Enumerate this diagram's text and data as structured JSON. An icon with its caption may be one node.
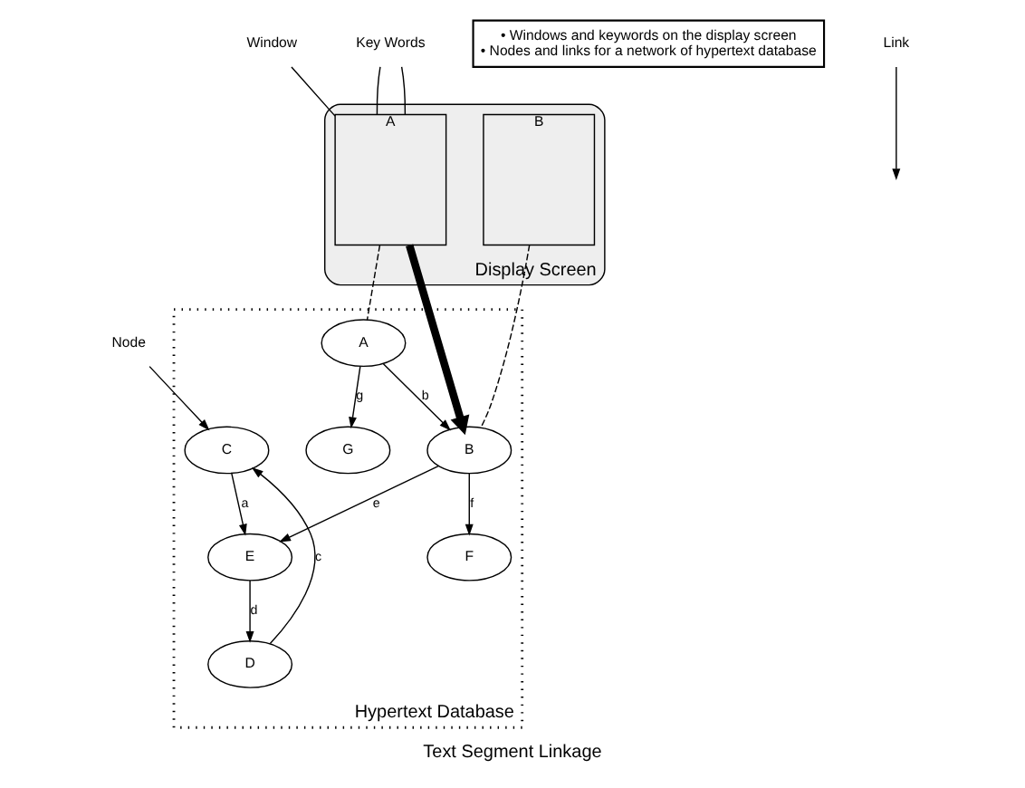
{
  "diagram": {
    "caption": "Text Segment Linkage",
    "nodes": [
      {
        "text": [
          "Display Screen"
        ]
      },
      {
        "text": [
          "A"
        ],
        "in": 0
      },
      {
        "text": [
          "B"
        ],
        "in": 0
      },
      {
        "text": [
          "Window"
        ]
      },
      {
        "text": [
          "Key Words"
        ]
      },
      {
        "text": [
          "• Windows and keywords on the display screen",
          "• Nodes and links for a network of hypertext database"
        ]
      },
      {
        "text": [
          "Hypertext Database"
        ]
      },
      {
        "text": [
          "A"
        ],
        "in": 6
      },
      {
        "text": [
          "B"
        ],
        "in": 6
      },
      {
        "text": [
          "C"
        ],
        "in": 6
      },
      {
        "text": [
          "D"
        ],
        "in": 6
      },
      {
        "text": [
          "E"
        ],
        "in": 6
      },
      {
        "text": [
          "F"
        ],
        "in": 6
      },
      {
        "text": [
          "G"
        ],
        "in": 6
      },
      {
        "text": [
          "Node"
        ]
      },
      {
        "text": [
          "Link"
        ]
      }
    ],
    "edges": [
      {
        "from": 3,
        "to": 1,
        "arrow": "none"
      },
      {
        "from": 4,
        "to": 1,
        "arrow": "none"
      },
      {
        "from": 4,
        "to": 1,
        "arrow": "none"
      },
      {
        "from": 1,
        "to": 7,
        "arrow": "none",
        "style": "dashed"
      },
      {
        "from": 1,
        "to": 8,
        "arrow": "to",
        "style": "thick"
      },
      {
        "from": 2,
        "to": 8,
        "arrow": "none",
        "style": "dashed"
      },
      {
        "from": 7,
        "to": 13,
        "arrow": "to",
        "label": "g"
      },
      {
        "from": 7,
        "to": 8,
        "arrow": "to",
        "label": "b"
      },
      {
        "from": 8,
        "to": 12,
        "arrow": "to",
        "label": "f"
      },
      {
        "from": 8,
        "to": 11,
        "arrow": "to",
        "label": "e"
      },
      {
        "from": 9,
        "to": 11,
        "arrow": "to",
        "label": "a"
      },
      {
        "from": 11,
        "to": 10,
        "arrow": "to",
        "label": "d"
      },
      {
        "from": 10,
        "to": 9,
        "arrow": "to",
        "label": "c"
      },
      {
        "from": 14,
        "to": 9,
        "arrow": "to"
      },
      {
        "from": 15,
        "to": null,
        "arrow": "to"
      }
    ]
  }
}
